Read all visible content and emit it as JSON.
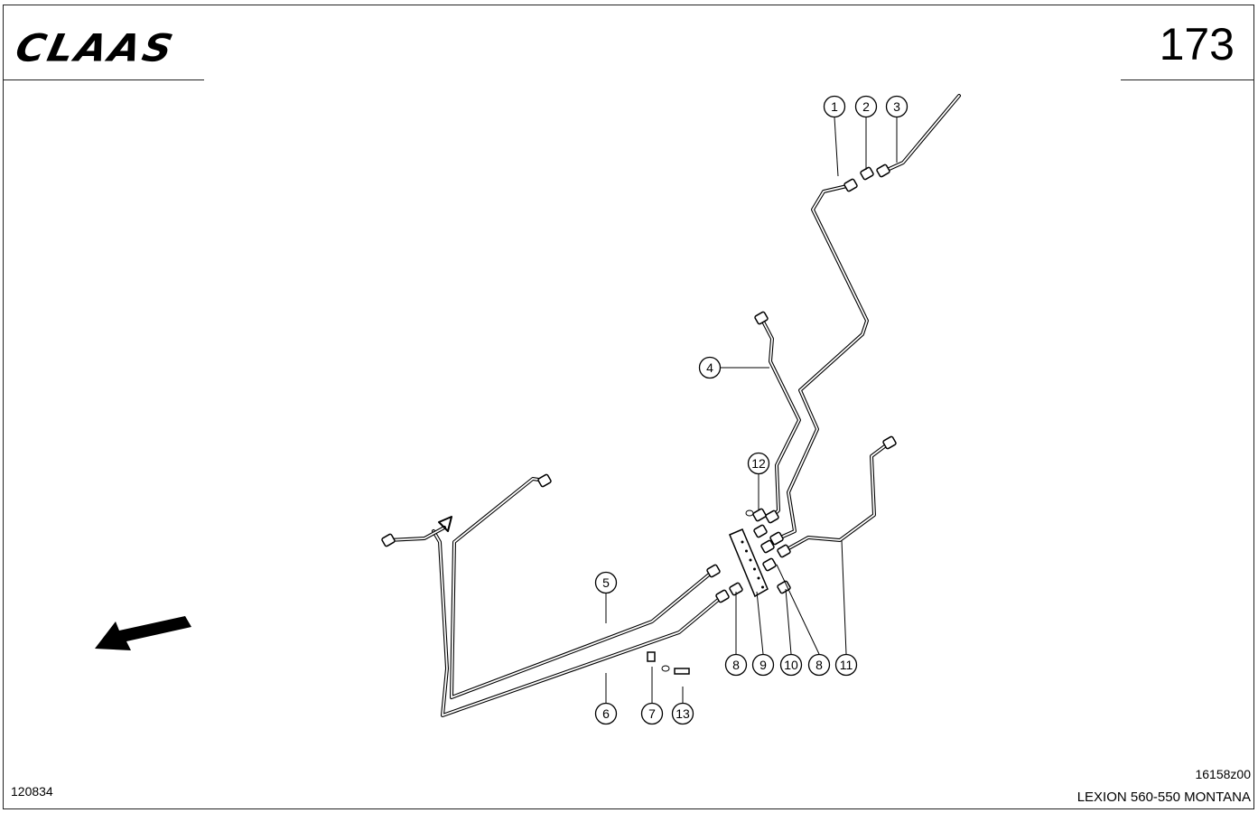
{
  "header": {
    "brand": "CLAAS",
    "page_number": "173"
  },
  "footer": {
    "doc_id": "120834",
    "drawing_no": "16158z00",
    "model": "LEXION 560-550 MONTANA"
  },
  "callouts": [
    "1",
    "2",
    "3",
    "4",
    "12",
    "5",
    "6",
    "7",
    "13",
    "8",
    "9",
    "10",
    "8",
    "11"
  ]
}
